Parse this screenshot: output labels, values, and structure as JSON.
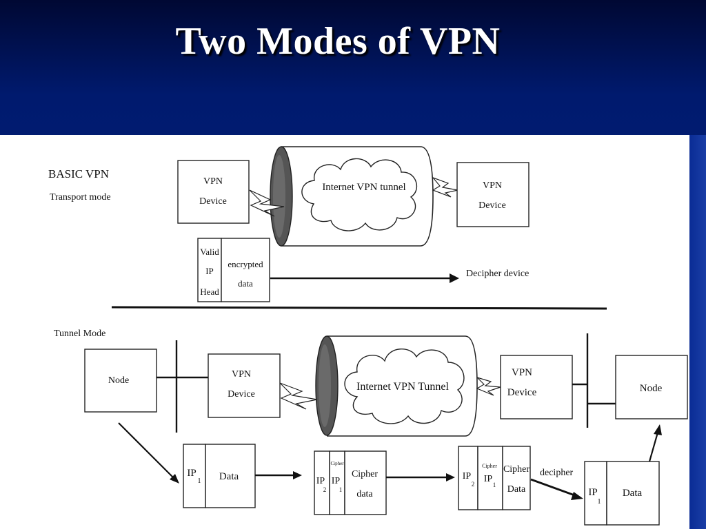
{
  "slide": {
    "title": "Two Modes of VPN"
  },
  "transport": {
    "section_title": "BASIC VPN",
    "section_subtitle": "Transport mode",
    "left_device": [
      "VPN",
      "Device"
    ],
    "right_device": [
      "VPN",
      "Device"
    ],
    "tunnel_label": "Internet VPN tunnel",
    "packet_header": [
      "Valid",
      "IP",
      "Head"
    ],
    "packet_payload": [
      "encrypted",
      "data"
    ],
    "destination": "Decipher device"
  },
  "tunnel": {
    "section_title": "Tunnel Mode",
    "left_node": "Node",
    "right_node": "Node",
    "left_device": [
      "VPN",
      "Device"
    ],
    "right_device": [
      "VPN",
      "Device"
    ],
    "tunnel_label": "Internet VPN Tunnel",
    "packet1": {
      "ip": "IP",
      "sub": "1",
      "data": "Data"
    },
    "packet2": {
      "ip2": "IP",
      "ip2_sub": "2",
      "cipher_small": "Cipher",
      "ip1": "IP",
      "ip1_sub": "1",
      "payload": [
        "Cipher",
        "data"
      ]
    },
    "packet3": {
      "ip2": "IP",
      "ip2_sub": "2",
      "cipher_small": "Cipher",
      "ip1": "IP",
      "ip1_sub": "1",
      "payload": [
        "Cipher",
        "Data"
      ]
    },
    "decipher_label": "decipher",
    "packet4": {
      "ip": "IP",
      "sub": "1",
      "data": "Data"
    }
  }
}
